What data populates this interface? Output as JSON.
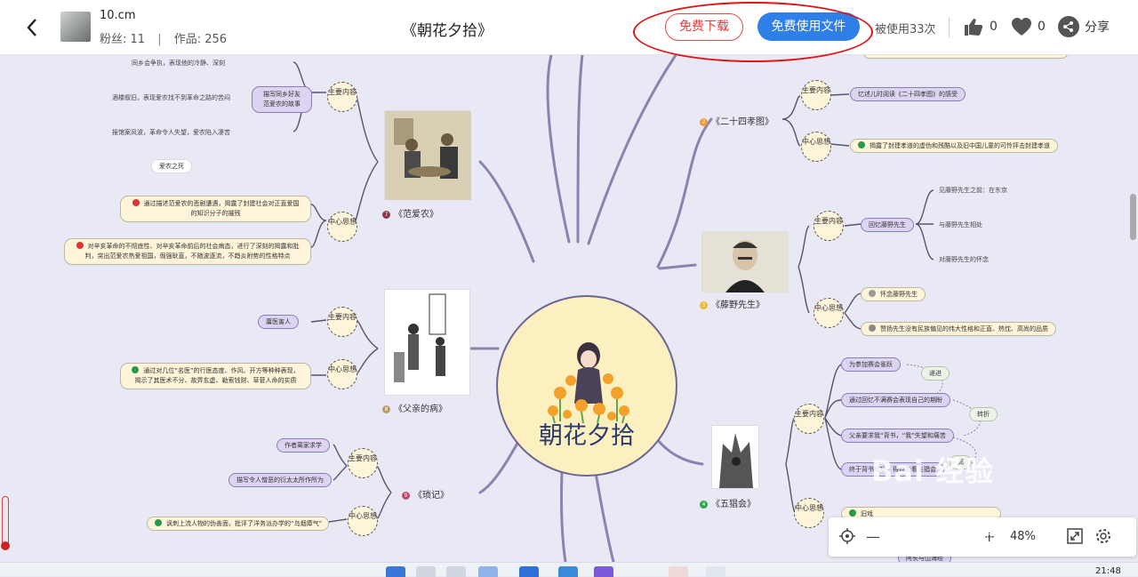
{
  "header": {
    "back_icon": "chevron-left-icon",
    "author": "10.cm",
    "fans_label": "粉丝: 11",
    "works_label": "作品: 256",
    "separator": "|",
    "title": "《朝花夕拾》",
    "download_label": "免费下载",
    "use_label": "免费使用文件",
    "usage_label": "被使用33次",
    "like_count": "0",
    "fav_count": "0",
    "share_label": "分享",
    "accent_color": "#2f7fe8",
    "download_color": "#e83a3a"
  },
  "mindmap": {
    "center_title": "朝花夕拾",
    "tag_main": "主要内容",
    "tag_idea": "中心思想",
    "fan": {
      "chapter": "《范爱农》",
      "number": "7",
      "main_story": "描写同乡好友范爱农的故事",
      "leaves": [
        "同乡会争执，表现他的冷静、深刻",
        "酒楼叙旧，表现爱农找不到革命之路的苦闷",
        "报馆案风波，革命令人失望，爱农陷入凄苦",
        "爱农之死"
      ],
      "idea1": "通过描述范爱农的悲剧遭遇，揭露了封建社会对正直爱国的知识分子的摧残",
      "idea2": "对辛亥革命的不彻底性、对辛亥革命前后的社会病态，进行了深刻的揭露和批判，突出范爱农热爱祖国，倔强耿直，不随波逐流，不趋炎附势的性格特点"
    },
    "father": {
      "chapter": "《父亲的病》",
      "number": "8",
      "main": "庸医害人",
      "idea": "通过对几位“名医”的行医态度、作风、开方等种种表现，揭示了其医术不分、故弄玄虚、勒索钱财、草菅人命的实质"
    },
    "suoji": {
      "chapter": "《琐记》",
      "number": "9",
      "main1": "作者离家求学",
      "main2": "描写令人憎恶的衍太太所作所为",
      "idea": "讽刺上流人物的伪善面，批评了洋务派办学的“乌烟瘴气”"
    },
    "ershisi": {
      "chapter": "《二十四孝图》",
      "number": "2",
      "main": "忆述儿时阅读《二十四孝图》的感受",
      "idea": "揭露了封建孝道的虚伪和残酷以及旧中国儿童的可怜抨击封建孝道"
    },
    "tengye": {
      "chapter": "《藤野先生》",
      "number": "3",
      "main": "回忆藤野先生",
      "leaves": [
        "见藤野先生之前：在东京",
        "与藤野先生相处",
        "对藤野先生的怀念"
      ],
      "idea1": "怀念藤野先生",
      "idea2": "赞扬先生没有民族偏见的伟大性格和正直、热忱、高尚的品质"
    },
    "wuchang": {
      "chapter": "《五猖会》",
      "number": "4",
      "main": [
        "为参加赛会雀跃",
        "通过回忆不满赛会表现自己的期盼",
        "父亲要求我“背书，“我”失望和痛苦",
        "终于背书成功，得以去看五猖会"
      ],
      "notes": [
        "递进",
        "转折",
        "高"
      ],
      "idea": "旧戏",
      "bottom": "阿长与山海经"
    }
  },
  "toolbar": {
    "zoom": "48%",
    "locate_icon": "crosshair-icon",
    "minus": "—",
    "plus": "+",
    "fit_icon": "fit-screen-icon",
    "settings_icon": "gear-icon"
  },
  "watermark": {
    "text": "Bai 经验",
    "url": "jingyan.baidu.com"
  },
  "taskbar": {
    "clock": "21:48"
  }
}
